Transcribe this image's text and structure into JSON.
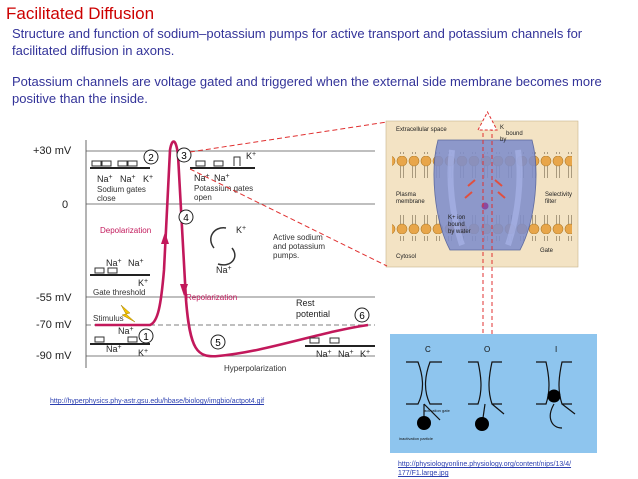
{
  "title": "Facilitated Diffusion",
  "subtitle1": "Structure and function of sodium–potassium pumps for active transport and potassium channels for facilitated diffusion in axons.",
  "subtitle2": "Potassium channels are voltage gated and triggered when the external side membrane becomes more positive than the inside.",
  "diagram": {
    "y_labels": [
      "+30 mV",
      "0",
      "-55 mV",
      "-70 mV",
      "-90 mV"
    ],
    "numbers": [
      "1",
      "2",
      "3",
      "4",
      "5",
      "6"
    ],
    "na": "Na",
    "k": "K",
    "plus": "+",
    "sodium_gates_close": [
      "Sodium gates",
      "close"
    ],
    "potassium_gates_open": [
      "Potassium gates",
      "open"
    ],
    "depolarization": "Depolarization",
    "repolarization": "Repolarization",
    "active_pumps": [
      "Active sodium",
      "and potassium",
      "pumps."
    ],
    "gate_threshold": "Gate threshold",
    "stimulus": "Stimulus",
    "rest_potential": [
      "Rest",
      "potential"
    ],
    "hyperpolarization": "Hyperpolarization"
  },
  "channel": {
    "extracellular": "Extracellular space",
    "k_bound": [
      "K",
      "bound",
      "by"
    ],
    "plasma_membrane": [
      "Plasma",
      "membrane"
    ],
    "selectivity_filter": [
      "Selectivity",
      "filter"
    ],
    "k_ion_bound": [
      "K+ ion",
      "bound",
      "by water"
    ],
    "cytosol": "Cytosol",
    "gate": "Gate"
  },
  "states": {
    "labels": [
      "C",
      "O",
      "I"
    ],
    "activation_gate": "activation gate",
    "inactivation_particle": "inactivation particle"
  },
  "links": {
    "hyperphysics": "http://hyperphysics.phy-astr.gsu.edu/hbase/biology/imgbio/actpot4.gif",
    "physiology": [
      "http://physiologyonline.physiology.org/content/nips/13/4/",
      "177/F1.large.jpg"
    ]
  },
  "colors": {
    "title": "#cc0000",
    "subtitle": "#333399",
    "curve": "#c2185b",
    "link": "#2b3fb0",
    "callout": "#e03030",
    "channel_bg": "#f3e3c4",
    "states_bg": "#8ec5ee"
  }
}
